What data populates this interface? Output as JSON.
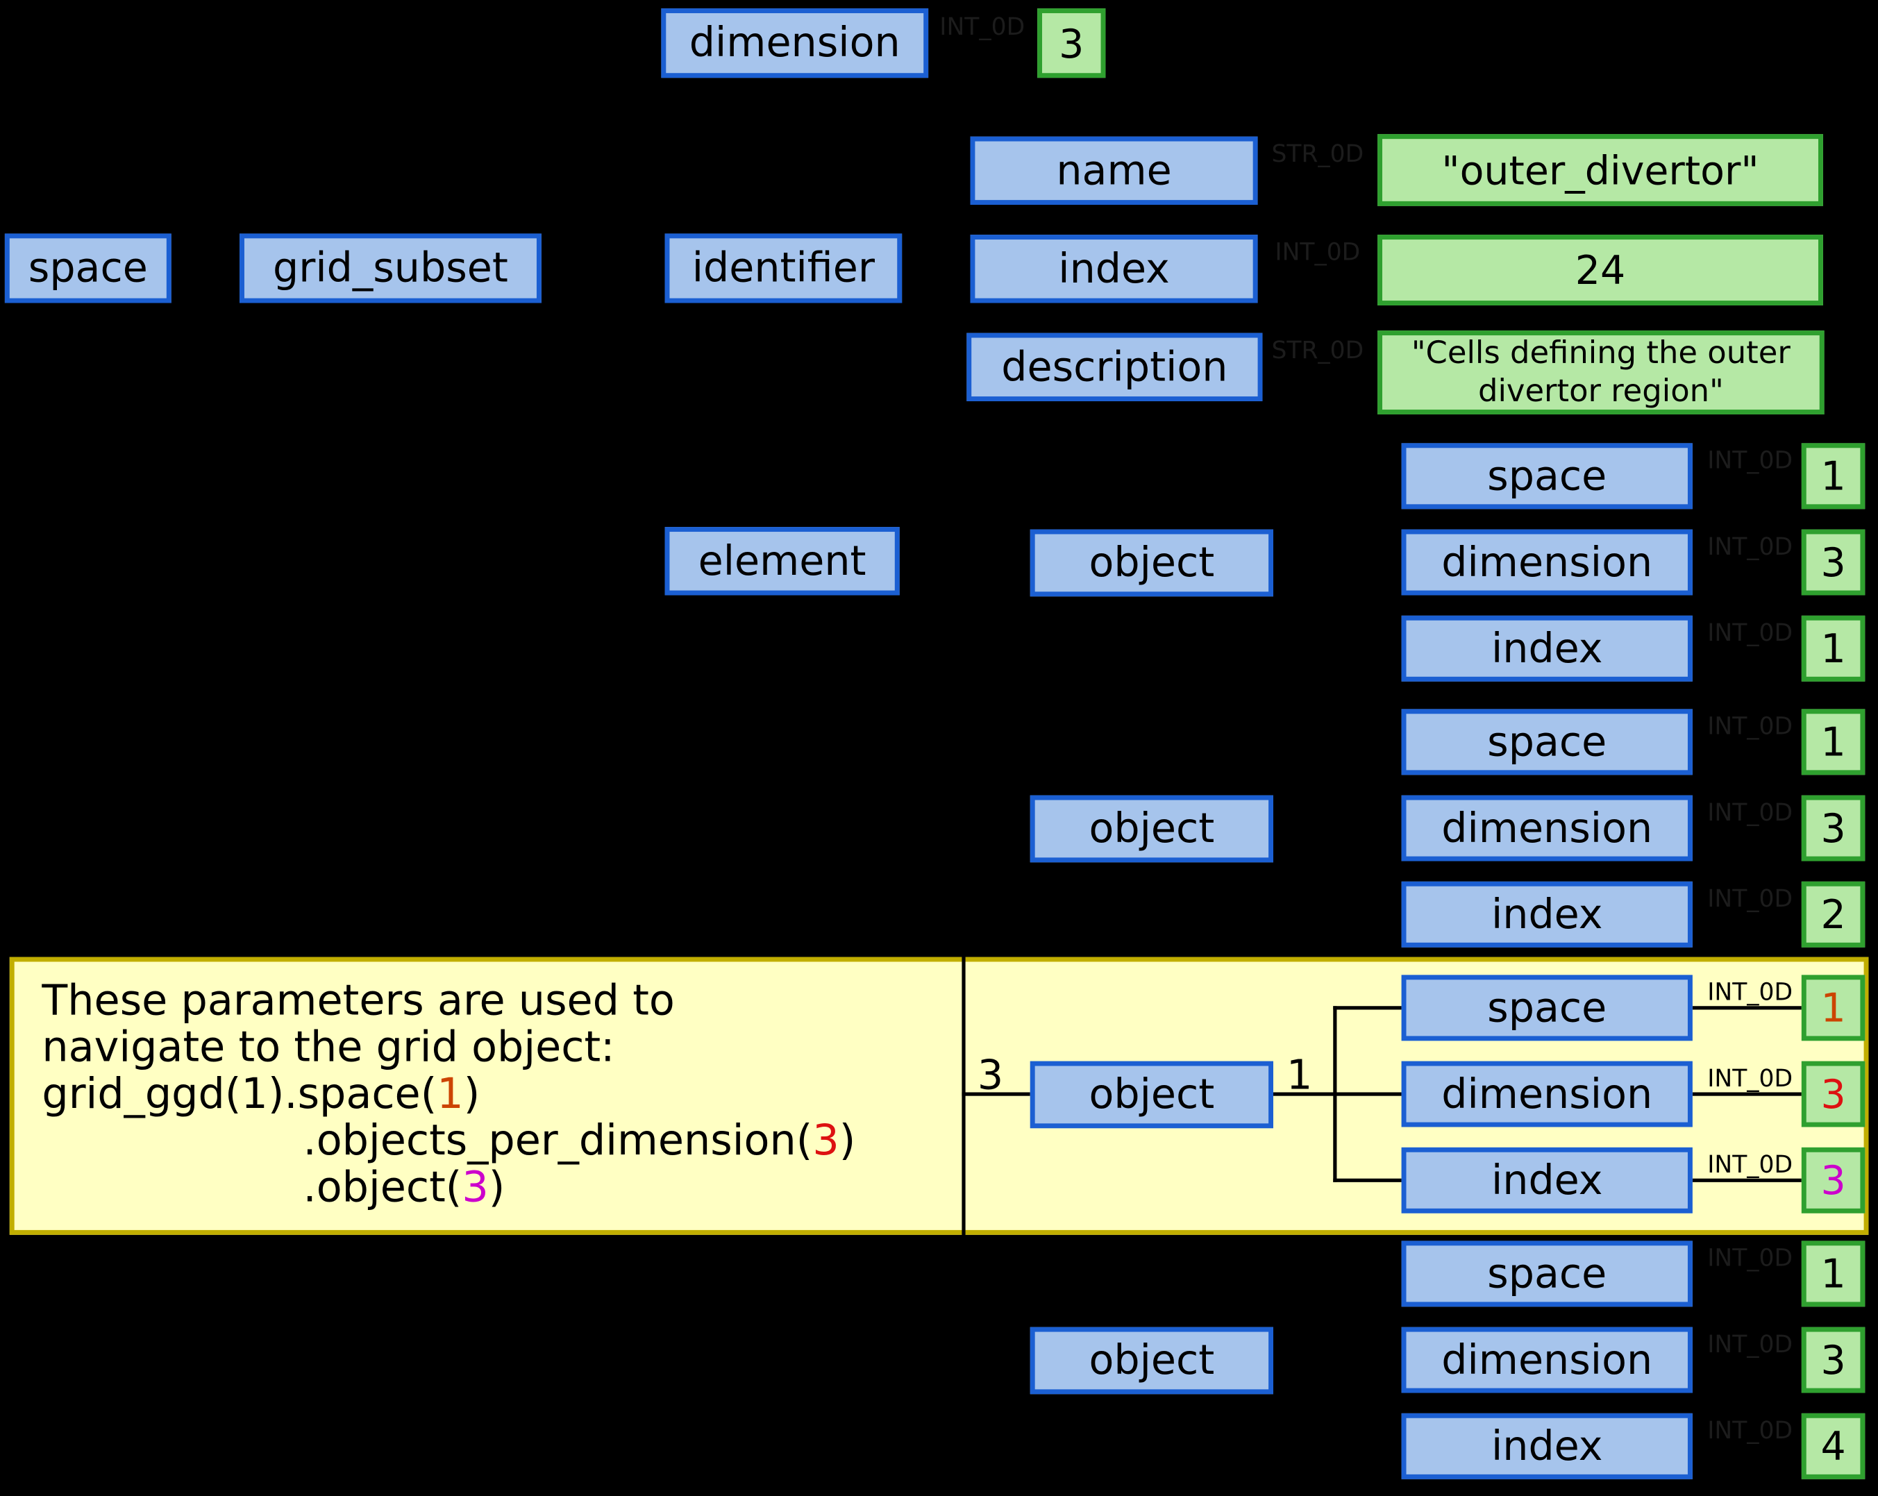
{
  "diagram": {
    "root_nodes": {
      "space": "space",
      "grid_subset": "grid_subset",
      "identifier": "identifier",
      "element": "element"
    },
    "dimension_node": {
      "label": "dimension",
      "type": "INT_0D",
      "value": "3"
    },
    "identifier_children": [
      {
        "label": "name",
        "type": "STR_0D",
        "value": "\"outer_divertor\""
      },
      {
        "label": "index",
        "type": "INT_0D",
        "value": "24"
      },
      {
        "label": "description",
        "type": "STR_0D",
        "value": "\"Cells defining the outer divertor region\""
      }
    ],
    "objects": [
      {
        "label": "object",
        "fields": [
          {
            "label": "space",
            "type": "INT_0D",
            "value": "1"
          },
          {
            "label": "dimension",
            "type": "INT_0D",
            "value": "3"
          },
          {
            "label": "index",
            "type": "INT_0D",
            "value": "1"
          }
        ]
      },
      {
        "label": "object",
        "fields": [
          {
            "label": "space",
            "type": "INT_0D",
            "value": "1"
          },
          {
            "label": "dimension",
            "type": "INT_0D",
            "value": "3"
          },
          {
            "label": "index",
            "type": "INT_0D",
            "value": "2"
          }
        ]
      },
      {
        "label": "object",
        "edge_count": "3",
        "edge_index": "1",
        "fields": [
          {
            "label": "space",
            "type": "INT_0D",
            "value": "1"
          },
          {
            "label": "dimension",
            "type": "INT_0D",
            "value": "3"
          },
          {
            "label": "index",
            "type": "INT_0D",
            "value": "3"
          }
        ]
      },
      {
        "label": "object",
        "fields": [
          {
            "label": "space",
            "type": "INT_0D",
            "value": "1"
          },
          {
            "label": "dimension",
            "type": "INT_0D",
            "value": "3"
          },
          {
            "label": "index",
            "type": "INT_0D",
            "value": "4"
          }
        ]
      }
    ],
    "annotation": {
      "line1": "These parameters are used to",
      "line2": "navigate to the grid object:",
      "code_prefix": "grid_ggd(1).space(",
      "space_arg": "1",
      "close1": ")",
      "dim_call": ".objects_per_dimension(",
      "dim_arg": "3",
      "close2": ")",
      "obj_call": ".object(",
      "obj_arg": "3",
      "close3": ")"
    },
    "colors": {
      "background": "#000000",
      "node_fill": "#a6c4ec",
      "node_border": "#1b5fd2",
      "value_fill": "#b5e8a5",
      "value_border": "#2fa02f",
      "annotation_fill": "#ffffc3",
      "annotation_border": "#c1ae00",
      "space_arg_color": "#cc4400",
      "dim_arg_color": "#dd1111",
      "obj_arg_color": "#cc00cc"
    }
  }
}
